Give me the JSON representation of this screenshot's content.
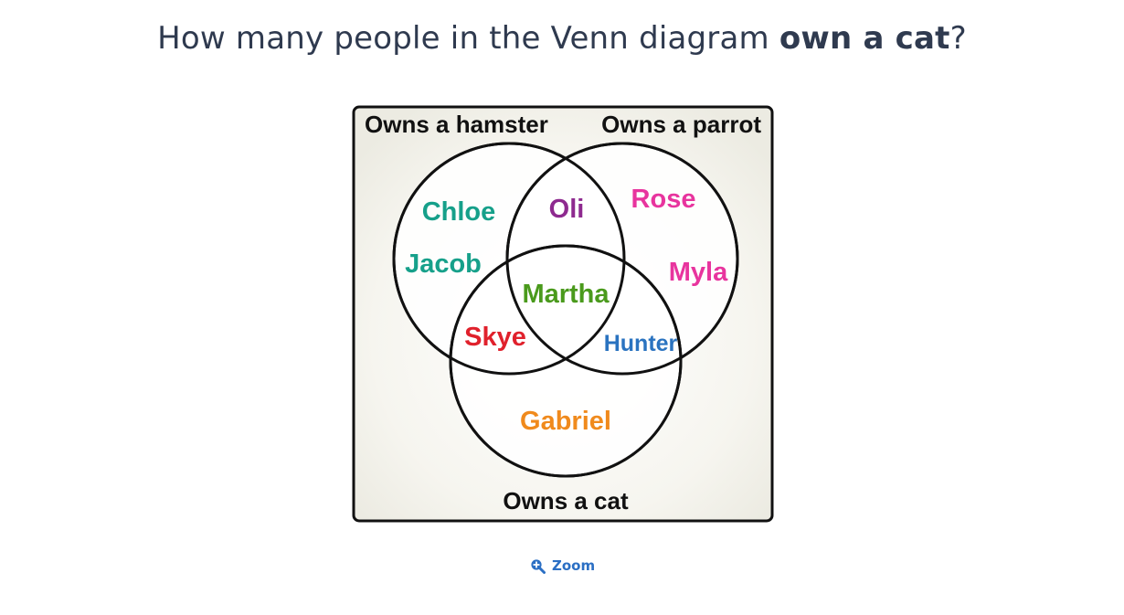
{
  "question": {
    "prefix": "How many people in the Venn diagram ",
    "emphasis": "own a cat",
    "suffix": "?"
  },
  "diagram": {
    "sets": {
      "hamster": "Owns a hamster",
      "parrot": "Owns a parrot",
      "cat": "Owns a cat"
    },
    "names": {
      "chloe": "Chloe",
      "jacob": "Jacob",
      "oli": "Oli",
      "rose": "Rose",
      "myla": "Myla",
      "martha": "Martha",
      "skye": "Skye",
      "hunter": "Hunter",
      "gabriel": "Gabriel"
    },
    "colors": {
      "teal": "#16a08a",
      "purple": "#8e2a8f",
      "pink": "#e8349e",
      "green": "#4a9a1c",
      "red": "#e0212c",
      "blue": "#2a73c0",
      "orange": "#f08a1c",
      "background": "#f3f1ea",
      "border": "#111111"
    }
  },
  "zoom": {
    "label": "Zoom",
    "icon": "zoom-in-icon"
  }
}
